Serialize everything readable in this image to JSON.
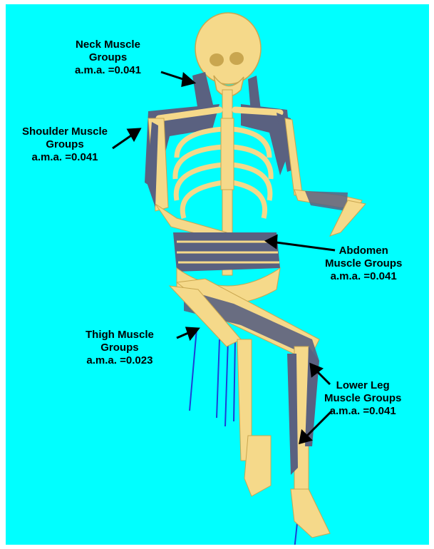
{
  "colors": {
    "background": "#00ffff",
    "bone": "#f5d98a",
    "bone_shadow": "#d9b45e",
    "muscle": "#5a6180",
    "support_rods": "#1c3fd6",
    "arrow": "#000000"
  },
  "annotations": {
    "neck": {
      "line1": "Neck Muscle",
      "line2": "Groups",
      "line3": "a.m.a. =0.041"
    },
    "shoulder": {
      "line1": "Shoulder Muscle",
      "line2": "Groups",
      "line3": "a.m.a. =0.041"
    },
    "abdomen": {
      "line1": "Abdomen",
      "line2": "Muscle Groups",
      "line3": "a.m.a. =0.041"
    },
    "thigh": {
      "line1": "Thigh Muscle",
      "line2": "Groups",
      "line3": "a.m.a. =0.023"
    },
    "lower_leg": {
      "line1": "Lower Leg",
      "line2": "Muscle Groups",
      "line3": "a.m.a. =0.041"
    }
  }
}
